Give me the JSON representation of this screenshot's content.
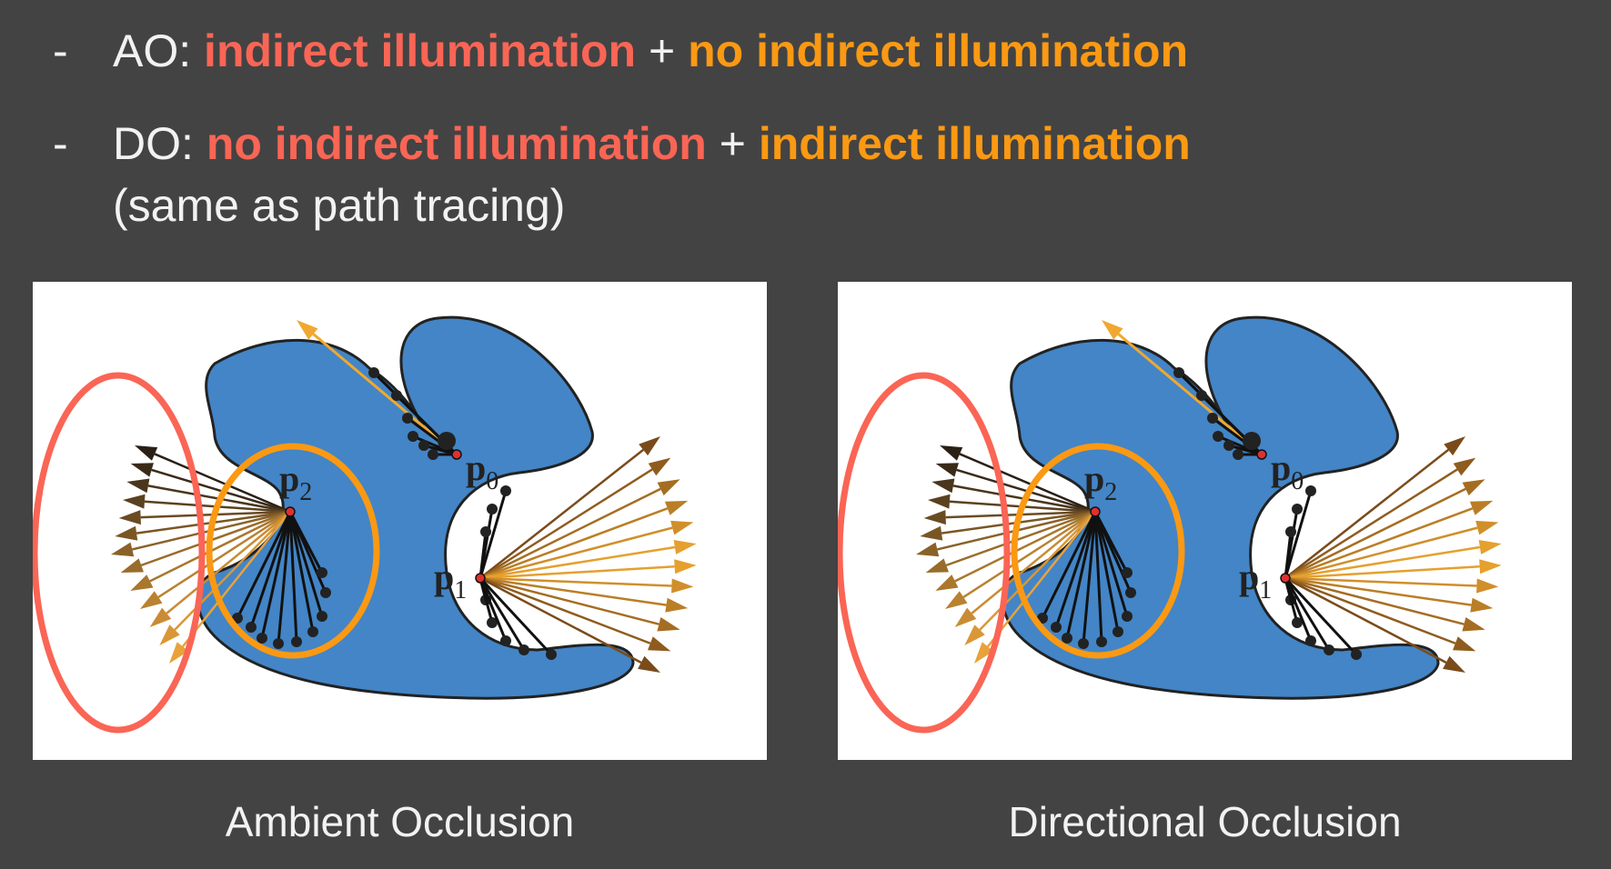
{
  "bullets": [
    {
      "dash": "-",
      "label": "AO:",
      "part1": "indirect illumination",
      "plus": "+",
      "part2": "no indirect illumination",
      "note": ""
    },
    {
      "dash": "-",
      "label": "DO:",
      "part1": "no indirect illumination",
      "plus": "+",
      "part2": "indirect illumination",
      "note": "(same as path tracing)"
    }
  ],
  "diagram": {
    "labels": {
      "p0": "p",
      "p0_sub": "0",
      "p1": "p",
      "p1_sub": "1",
      "p2": "p",
      "p2_sub": "2"
    }
  },
  "captions": {
    "left": "Ambient Occlusion",
    "right": "Directional Occlusion"
  },
  "colors": {
    "background": "#434343",
    "red_highlight": "#fa6555",
    "orange_highlight": "#fb9913",
    "shape_fill": "#4385c6"
  }
}
